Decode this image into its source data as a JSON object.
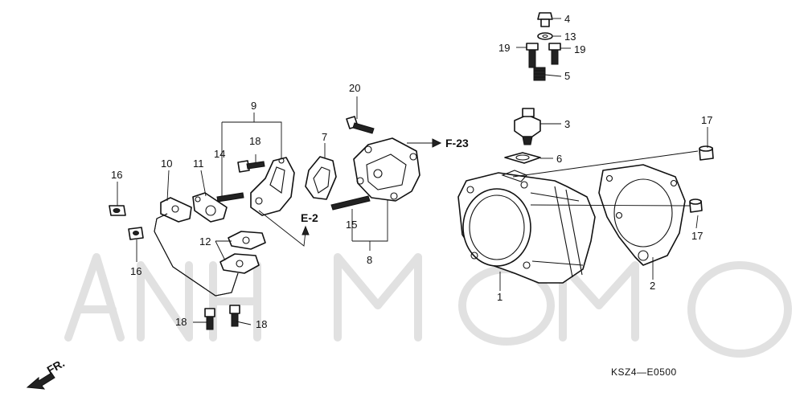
{
  "diagram_code": "KSZ4—E0500",
  "direction_label": "FR.",
  "references": {
    "e2": "E-2",
    "f23": "F-23"
  },
  "callouts": {
    "c1": "1",
    "c2": "2",
    "c3": "3",
    "c4": "4",
    "c5": "5",
    "c6": "6",
    "c7": "7",
    "c8": "8",
    "c9": "9",
    "c10": "10",
    "c11": "11",
    "c12": "12",
    "c13": "13",
    "c14": "14",
    "c15": "15",
    "c16a": "16",
    "c16b": "16",
    "c17a": "17",
    "c17b": "17",
    "c18a": "18",
    "c18b": "18",
    "c18c": "18",
    "c19a": "19",
    "c19b": "19",
    "c20": "20"
  }
}
